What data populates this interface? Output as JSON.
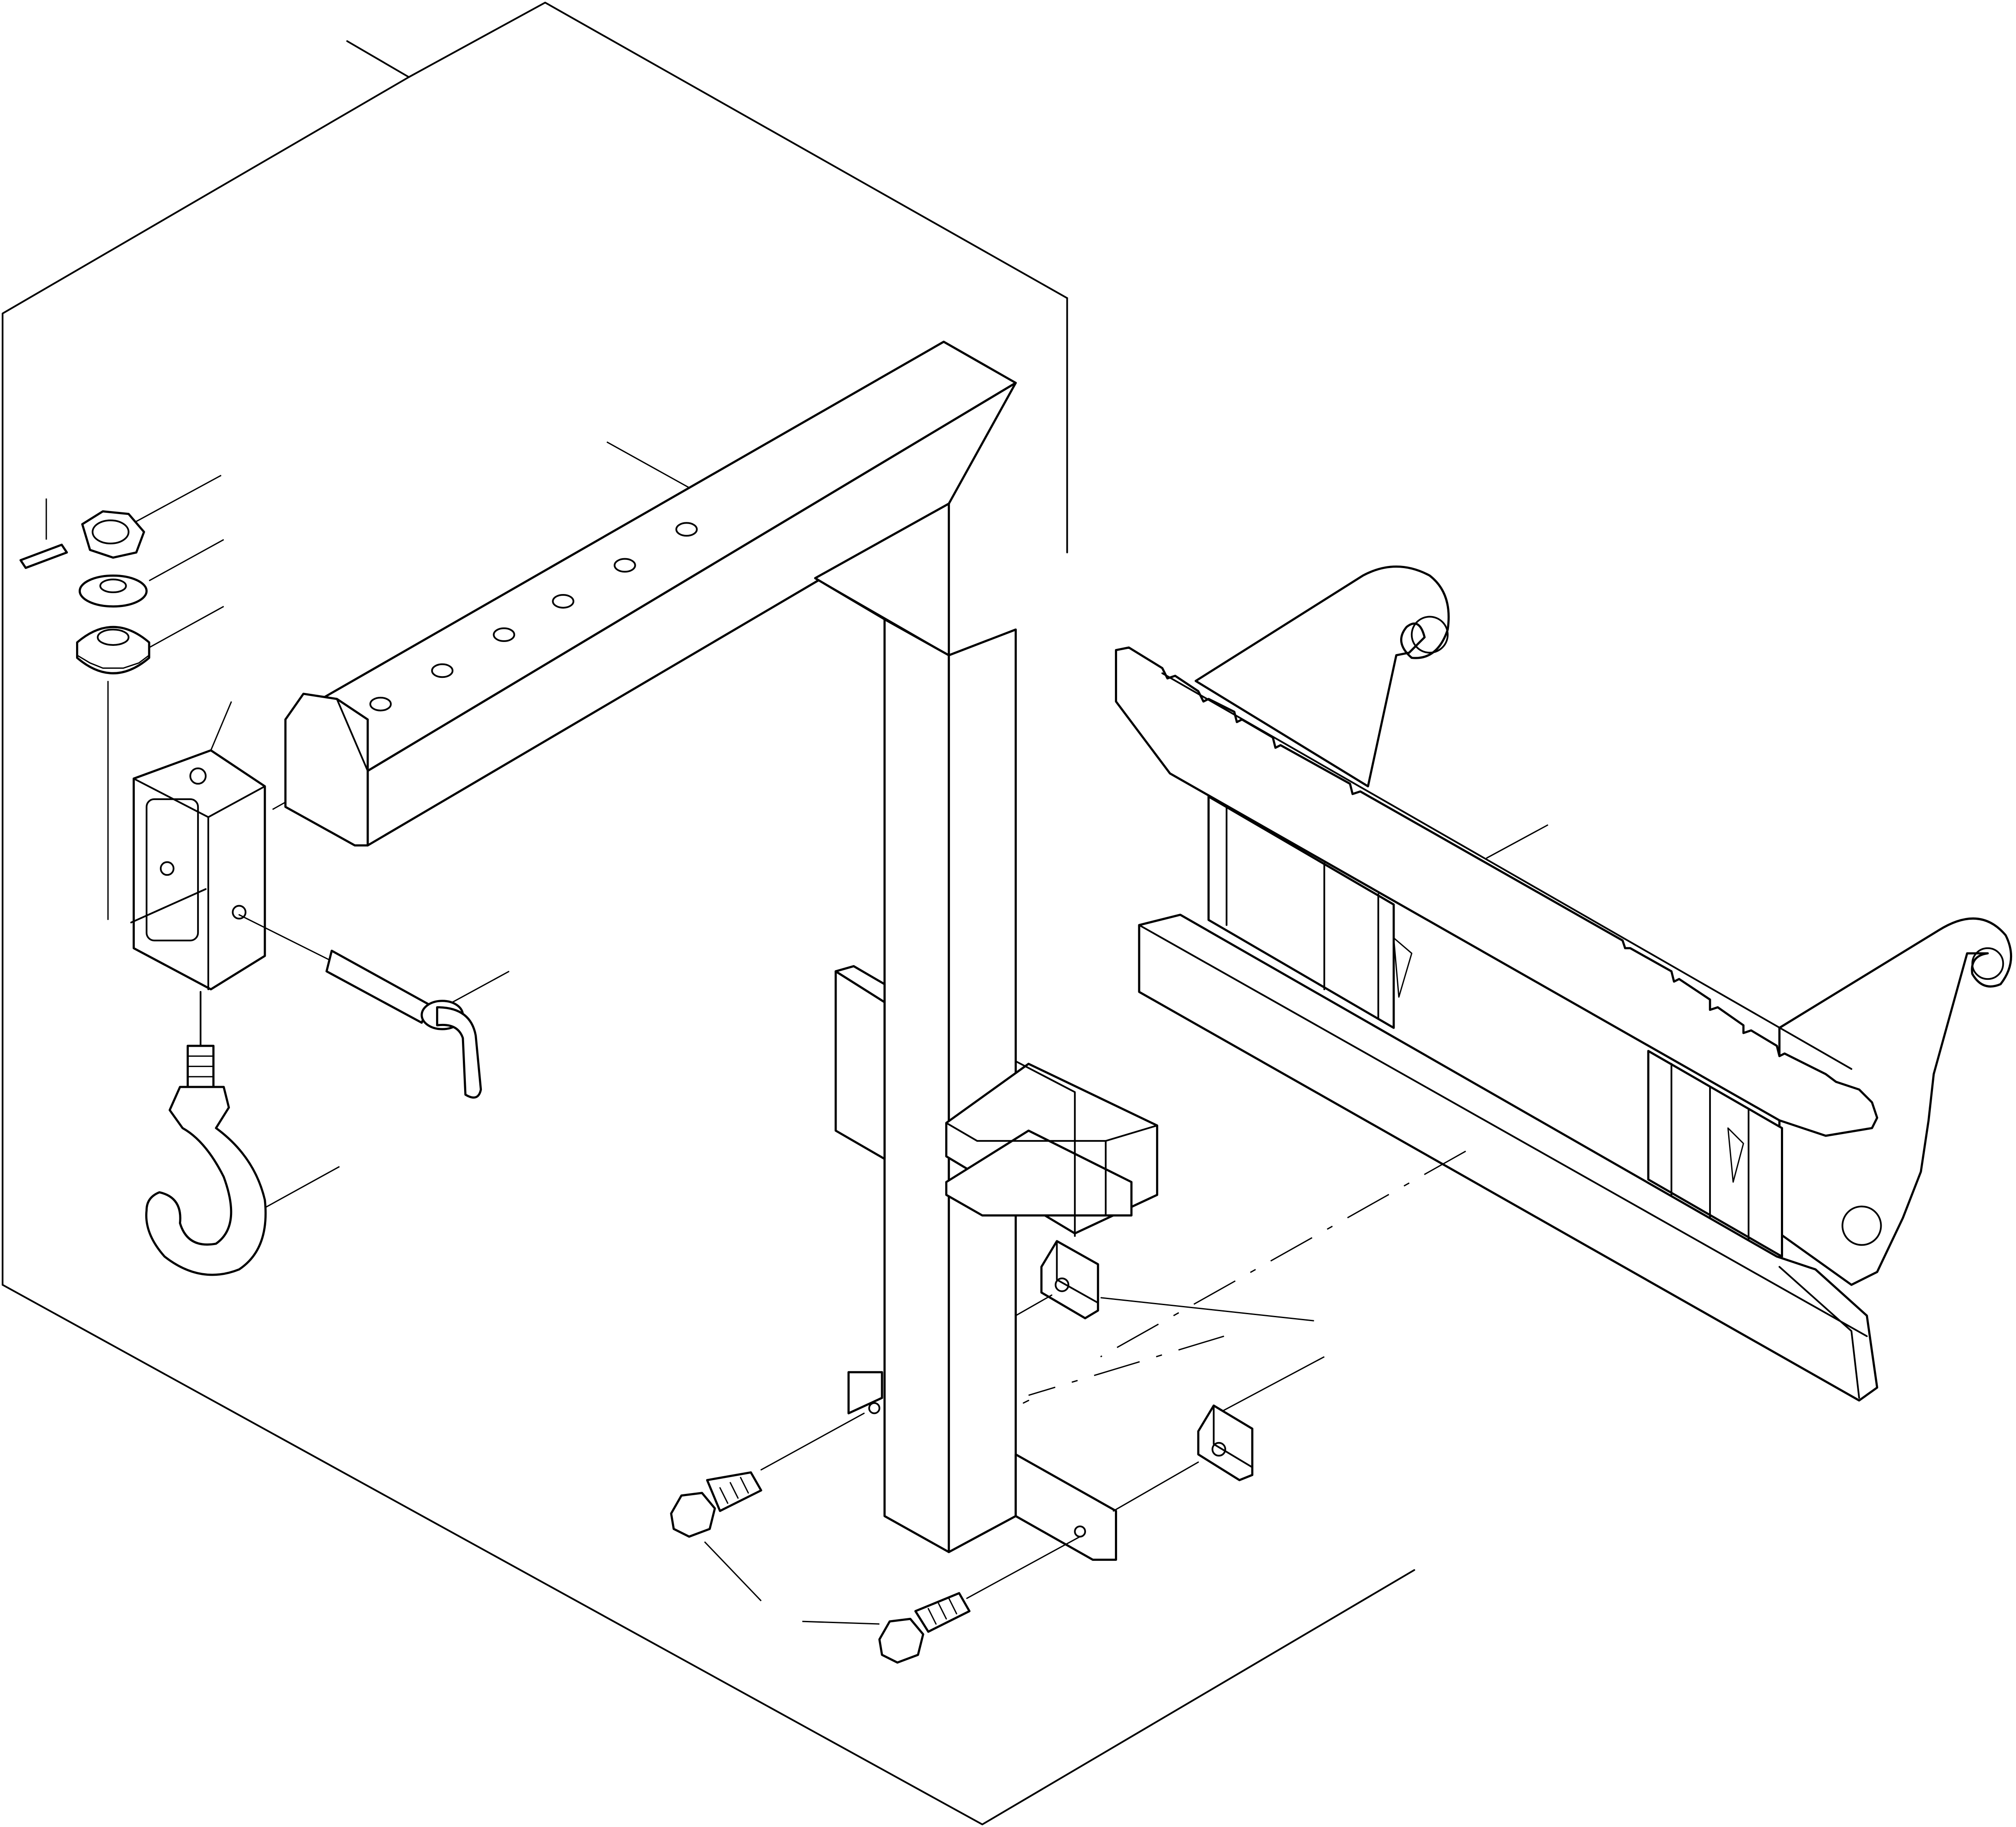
{
  "diagram": {
    "parts": [
      {
        "id": "boom-frame",
        "icon": "l-frame-boom-icon"
      },
      {
        "id": "lifting-hook",
        "icon": "hook-icon"
      },
      {
        "id": "hook-bracket",
        "icon": "bracket-block-icon"
      },
      {
        "id": "hex-nut",
        "icon": "nut-icon"
      },
      {
        "id": "flat-washer",
        "icon": "washer-icon"
      },
      {
        "id": "thrust-bearing",
        "icon": "bearing-icon"
      },
      {
        "id": "split-pin",
        "icon": "cotter-pin-icon"
      },
      {
        "id": "locking-pin",
        "icon": "lock-pin-icon"
      },
      {
        "id": "quick-coupler-plate",
        "icon": "coupler-plate-icon"
      },
      {
        "id": "clamp-block-upper",
        "icon": "clamp-block-icon"
      },
      {
        "id": "clamp-block-lower",
        "icon": "clamp-block-icon"
      },
      {
        "id": "bolt-left",
        "icon": "bolt-icon"
      },
      {
        "id": "bolt-right",
        "icon": "bolt-icon"
      }
    ],
    "colors": {
      "line": "#000000",
      "background": "#ffffff"
    }
  }
}
